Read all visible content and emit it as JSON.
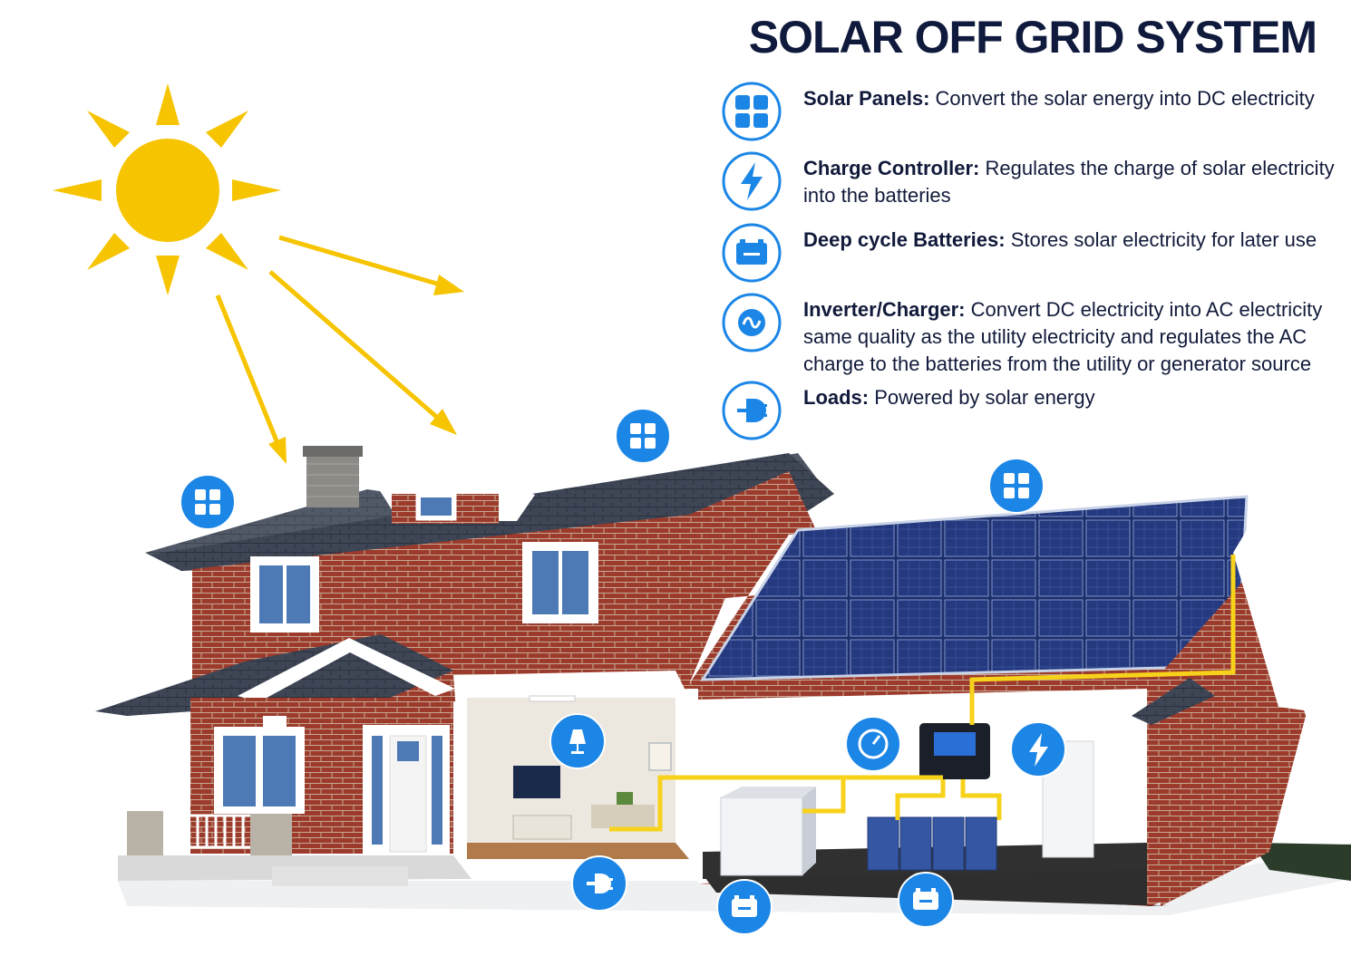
{
  "title": "SOLAR OFF GRID SYSTEM",
  "colors": {
    "accent_blue": "#1c86e6",
    "sun_yellow": "#f6c400",
    "wire_yellow": "#f7d21b",
    "title_navy": "#0f1a3c",
    "brick": "#9c3b2c",
    "roof": "#3e4656",
    "panel": "#1d2f6b"
  },
  "legend": [
    {
      "icon": "solar-panel-icon",
      "term": "Solar Panels:",
      "description": "Convert the solar energy into DC electricity"
    },
    {
      "icon": "lightning-bolt-icon",
      "term": "Charge Controller:",
      "description": "Regulates the charge of solar electricity into the batteries"
    },
    {
      "icon": "battery-icon",
      "term": "Deep cycle Batteries:",
      "description": "Stores solar electricity for later use"
    },
    {
      "icon": "sine-wave-icon",
      "term": "Inverter/Charger:",
      "description": "Convert DC electricity into AC electricity same quality as the utility electricity and regulates the AC charge to the batteries from the utility or generator source"
    },
    {
      "icon": "plug-icon",
      "term": "Loads:",
      "description": "Powered by solar energy"
    }
  ],
  "badges": [
    "solar-panel-icon",
    "solar-panel-icon",
    "solar-panel-icon",
    "lamp-icon",
    "gauge-icon",
    "lightning-bolt-icon",
    "plug-icon",
    "battery-icon",
    "battery-icon"
  ]
}
